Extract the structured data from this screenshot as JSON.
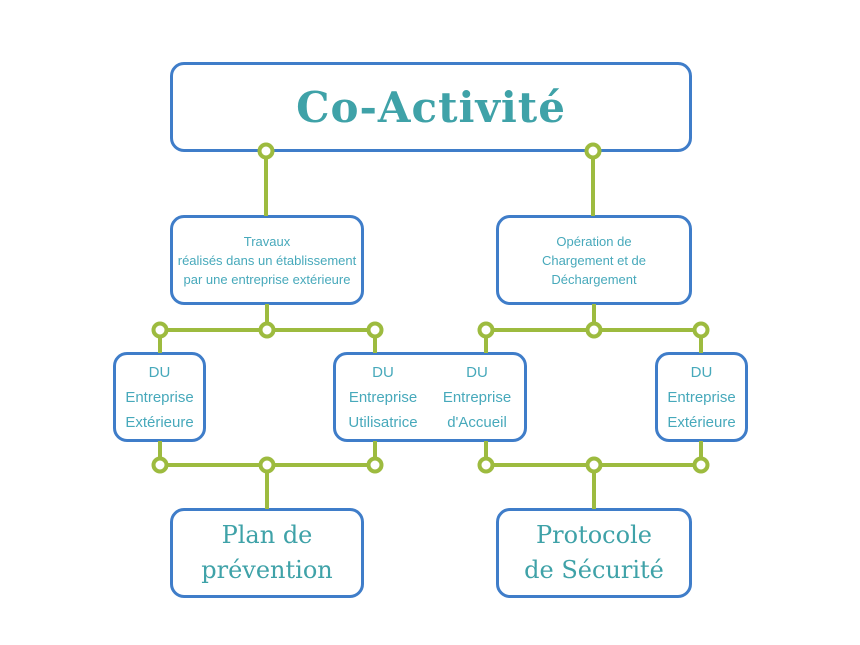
{
  "colors": {
    "border_blue": "#3f7dc9",
    "connector_green": "#9dbb3f",
    "title_teal": "#3fa2a8",
    "text_teal": "#47a9bb"
  },
  "title": {
    "label": "Co-Activité"
  },
  "level2": {
    "left": {
      "text": "Travaux\nréalisés dans un établissement\npar une entreprise extérieure"
    },
    "right": {
      "text": "Opération de\nChargement et de\nDéchargement"
    }
  },
  "level3": {
    "far_left": {
      "text": "DU\nEntreprise\nExtérieure"
    },
    "middle_left": {
      "text": "DU\nEntreprise\nUtilisatrice"
    },
    "middle_right": {
      "text": "DU\nEntreprise\nd'Accueil"
    },
    "far_right": {
      "text": "DU\nEntreprise\nExtérieure"
    }
  },
  "level4": {
    "left": {
      "text": "Plan de\nprévention"
    },
    "right": {
      "text": "Protocole\nde Sécurité"
    }
  }
}
